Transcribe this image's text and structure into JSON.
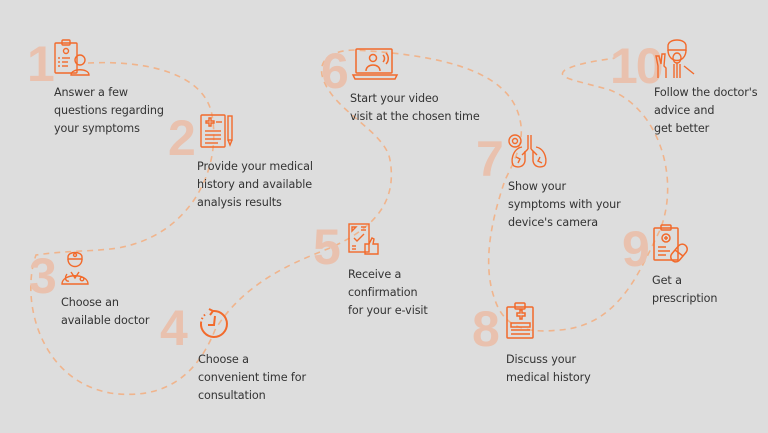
{
  "diagram": {
    "type": "numbered-process-flow",
    "colors": {
      "background": "#dddddd",
      "number": "#e9c1ae",
      "icon": "#f26a2b",
      "text": "#333333",
      "path": "#f0b48c"
    },
    "steps": [
      {
        "number": "1",
        "icon": "clipboard-patient-icon",
        "lines": [
          "Answer a few",
          "questions regarding",
          "your symptoms"
        ]
      },
      {
        "number": "2",
        "icon": "medical-record-pen-icon",
        "lines": [
          "Provide your medical",
          "history and available",
          "analysis results"
        ]
      },
      {
        "number": "3",
        "icon": "doctor-icon",
        "lines": [
          "Choose an",
          "available doctor"
        ]
      },
      {
        "number": "4",
        "icon": "clock-icon",
        "lines": [
          "Choose a",
          "convenient time for",
          "consultation"
        ]
      },
      {
        "number": "5",
        "icon": "confirmation-thumbs-up-icon",
        "lines": [
          "Receive a",
          "confirmation",
          "for your e-visit"
        ]
      },
      {
        "number": "6",
        "icon": "laptop-video-call-icon",
        "lines": [
          "Start your video",
          "visit at the chosen time"
        ]
      },
      {
        "number": "7",
        "icon": "lungs-virus-icon",
        "lines": [
          "Show your",
          "symptoms with your",
          "device's camera"
        ]
      },
      {
        "number": "8",
        "icon": "medical-history-clipboard-icon",
        "lines": [
          "Discuss your",
          "medical history"
        ]
      },
      {
        "number": "9",
        "icon": "prescription-pill-icon",
        "lines": [
          "Get a",
          "prescription"
        ]
      },
      {
        "number": "10",
        "icon": "healthy-person-victory-icon",
        "lines": [
          "Follow the doctor's",
          "advice and",
          "get better"
        ]
      }
    ]
  }
}
